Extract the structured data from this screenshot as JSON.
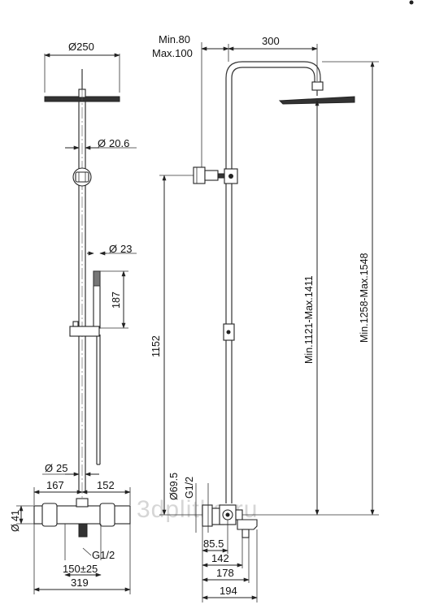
{
  "watermark": "3dplitka.ru",
  "front_view": {
    "head_diameter": "Ø250",
    "pipe_diameter": "20.6",
    "handshower_diameter": "23",
    "handshower_length": "187",
    "overall_height": "1152",
    "valve_diameter": "25",
    "left_offset": "167",
    "right_offset": "152",
    "body_diameter": "41",
    "thread": "G1/2",
    "inlet_spacing": "150±25",
    "total_width": "319"
  },
  "side_view": {
    "arm_min": "Min.80",
    "arm_max": "Max.100",
    "arm_reach": "300",
    "fixing_height": "Min.1121-Max.1411",
    "total_height": "Min.1258-Max.1548",
    "escutcheon_diameter": "Ø69.5",
    "thread": "G1/2",
    "depth_1": "85.5",
    "depth_2": "142",
    "depth_3": "178",
    "depth_4": "194"
  }
}
